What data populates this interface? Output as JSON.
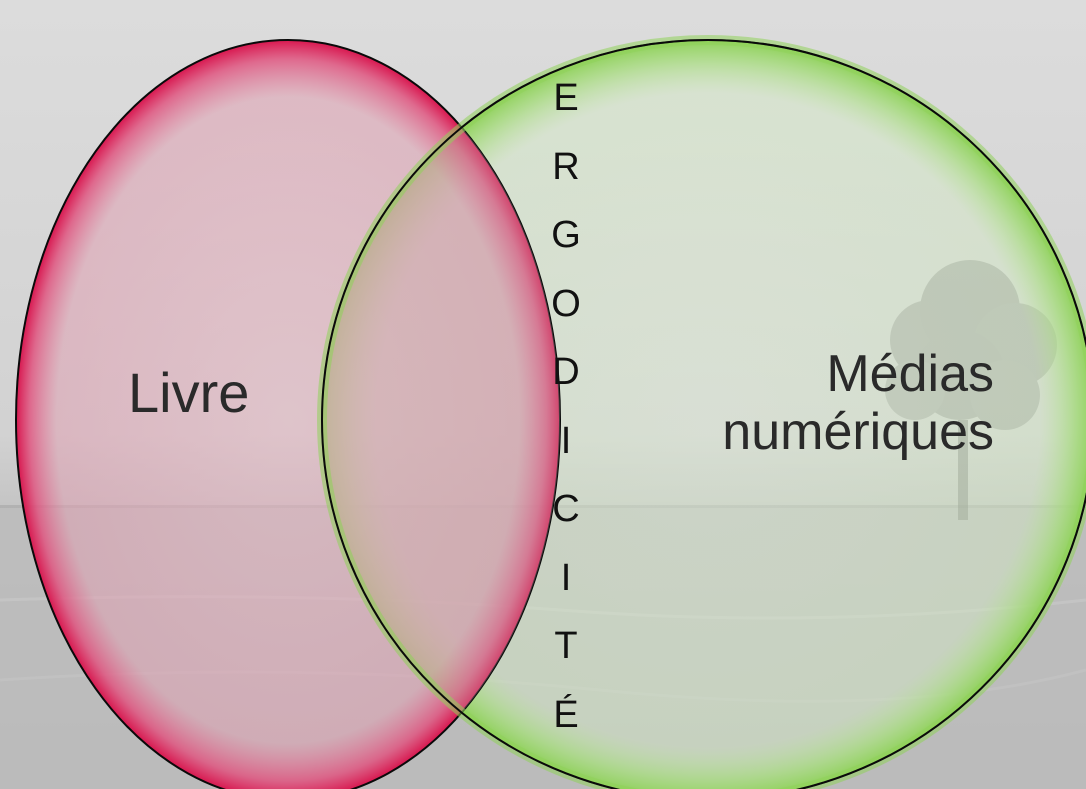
{
  "diagram": {
    "left_set": {
      "label": "Livre",
      "color": "#d8174f"
    },
    "right_set": {
      "label_line1": "Médias",
      "label_line2": "numériques",
      "color": "#8fd15a"
    },
    "intersection": {
      "letters": [
        "E",
        "R",
        "G",
        "O",
        "D",
        "I",
        "C",
        "I",
        "T",
        "É"
      ]
    },
    "background": {
      "sky_color": "#d9d9d9",
      "ground_color": "#b9b9b9",
      "element": "tree-icon"
    }
  }
}
